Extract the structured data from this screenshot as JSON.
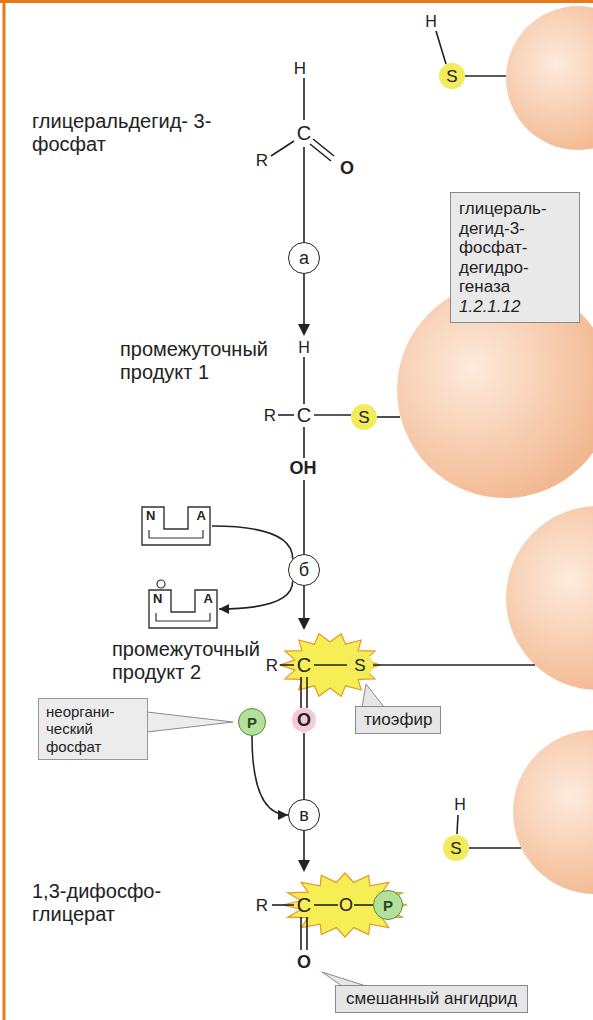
{
  "diagram": {
    "nodes": [
      {
        "text": [
          "глицераль- дегид-3- фосфат- дегидро- геназа",
          "1.2.1.12"
        ]
      },
      {
        "text": [
          "а"
        ]
      },
      {
        "text": [
          "N",
          "A"
        ]
      },
      {
        "text": [
          "б"
        ]
      },
      {
        "text": [
          "N",
          "A"
        ]
      },
      {
        "text": [
          "неоргани- ческий фосфат"
        ]
      },
      {
        "text": [
          "P"
        ]
      },
      {
        "text": [
          "тиоэфир"
        ]
      },
      {
        "text": [
          "в"
        ]
      },
      {
        "text": [
          "P"
        ]
      },
      {
        "text": [
          "смешанный ангидрид"
        ]
      }
    ],
    "edges": [
      {
        "from": 2,
        "to": 3,
        "arrow": "none"
      },
      {
        "from": 3,
        "to": 4,
        "arrow": "to"
      },
      {
        "from": 6,
        "to": 8,
        "arrow": "to"
      }
    ],
    "labels": [
      "H",
      "C",
      "R",
      "O",
      "глицеральдегид- 3-фосфат",
      "H",
      "S",
      "промежуточный продукт 1",
      "H",
      "R",
      "C",
      "S",
      "OH",
      "промежуточный продукт 2",
      "R",
      "C",
      "S",
      "O",
      "H",
      "S",
      "1,3-дифосфо- глицерат",
      "R",
      "C",
      "O",
      "O"
    ]
  }
}
